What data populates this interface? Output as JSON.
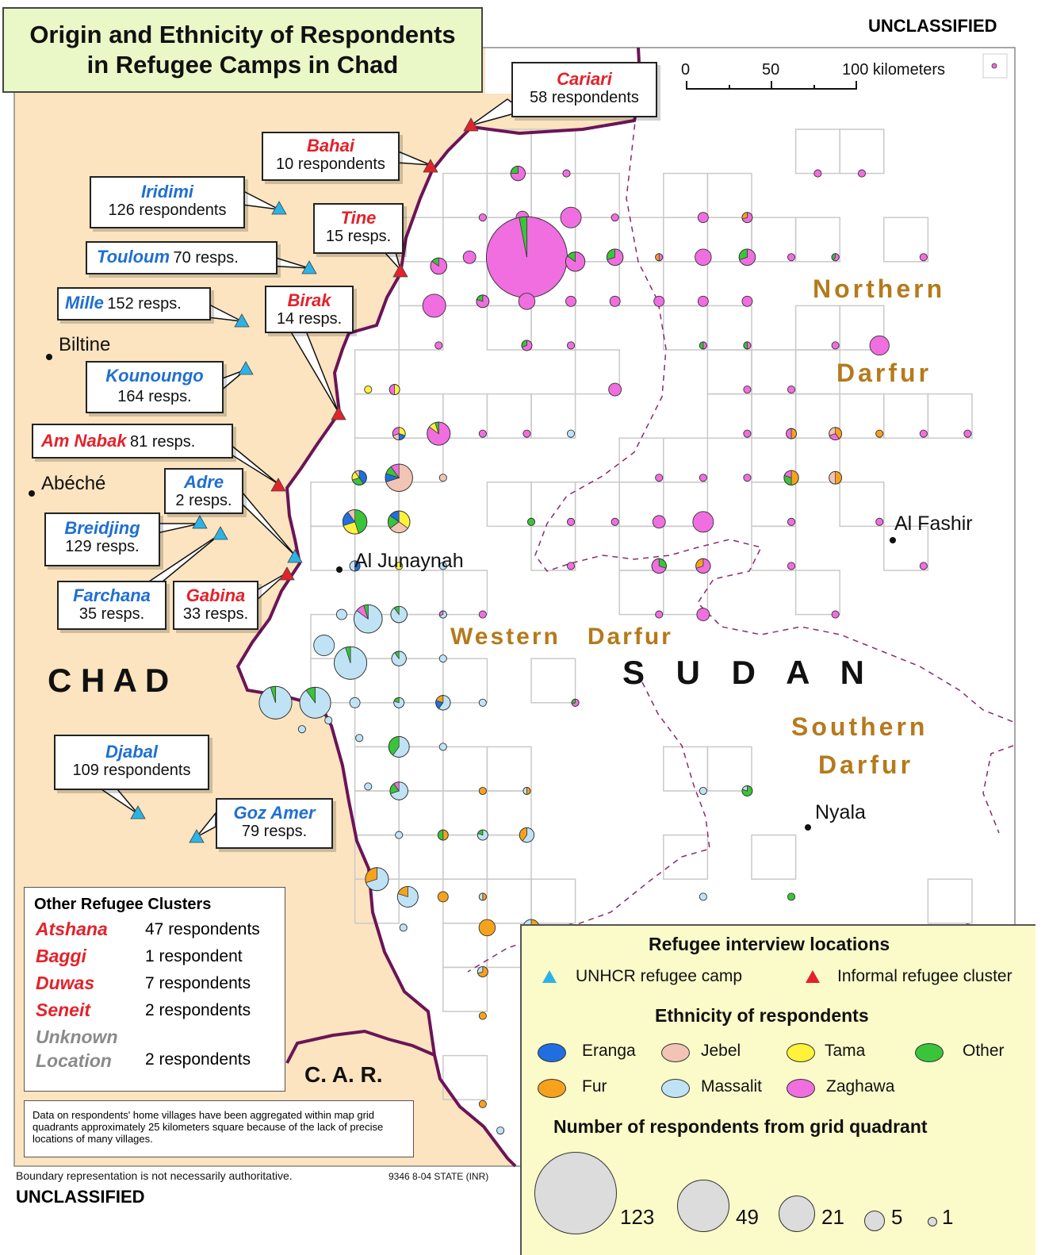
{
  "title": [
    "Origin and Ethnicity of Respondents",
    "in Refugee Camps in Chad"
  ],
  "classification": "UNCLASSIFIED",
  "scale_bar": {
    "ticks": [
      "0",
      "50",
      "100 kilometers"
    ]
  },
  "countries": {
    "chad": "C H A D",
    "sudan": "S U D A N",
    "car": "C.  A.  R."
  },
  "regions": {
    "northern": "Northern",
    "northern_darfur": "Darfur",
    "western_darfur": "Western   Darfur",
    "southern": "Southern",
    "southern_darfur": "Darfur"
  },
  "cities": {
    "biltine": "Biltine",
    "abeche": "Abéché",
    "al_junaynah": "Al Junaynah",
    "al_fashir": "Al Fashir",
    "nyala": "Nyala"
  },
  "camps": [
    {
      "name": "Cariari",
      "count": "58 respondents",
      "type": "informal"
    },
    {
      "name": "Bahai",
      "count": "10 respondents",
      "type": "informal"
    },
    {
      "name": "Iridimi",
      "count": "126 respondents",
      "type": "unhcr"
    },
    {
      "name": "Tine",
      "count": "15 resps.",
      "type": "informal"
    },
    {
      "name": "Touloum",
      "count": "70 resps.",
      "type": "unhcr"
    },
    {
      "name": "Mille",
      "count": "152 resps.",
      "type": "unhcr"
    },
    {
      "name": "Birak",
      "count": "14 resps.",
      "type": "informal"
    },
    {
      "name": "Kounoungo",
      "count": "164 resps.",
      "type": "unhcr"
    },
    {
      "name": "Am Nabak",
      "count": "81 resps.",
      "type": "informal"
    },
    {
      "name": "Adre",
      "count": "2 resps.",
      "type": "unhcr"
    },
    {
      "name": "Breidjing",
      "count": "129 resps.",
      "type": "unhcr"
    },
    {
      "name": "Farchana",
      "count": "35 resps.",
      "type": "unhcr"
    },
    {
      "name": "Gabina",
      "count": "33 resps.",
      "type": "informal"
    },
    {
      "name": "Djabal",
      "count": "109 respondents",
      "type": "unhcr"
    },
    {
      "name": "Goz Amer",
      "count": "79 resps.",
      "type": "unhcr"
    }
  ],
  "other_clusters": {
    "heading": "Other Refugee Clusters",
    "rows": [
      {
        "name": "Atshana",
        "count": "47 respondents"
      },
      {
        "name": "Baggi",
        "count": "1 respondent"
      },
      {
        "name": "Duwas",
        "count": "7 respondents"
      },
      {
        "name": "Seneit",
        "count": "2 respondents"
      },
      {
        "name": "Unknown",
        "name2": "Location",
        "count": "2 respondents"
      }
    ]
  },
  "aggregation_note": "Data on respondents' home villages have been aggregated within map grid quadrants approximately 25 kilometers square because of the lack of precise locations of many villages.",
  "boundary_note": "Boundary representation is not necessarily authoritative.",
  "stamp": "9346 8-04 STATE (INR)",
  "legend": {
    "locations_heading": "Refugee interview locations",
    "unhcr": "UNHCR refugee camp",
    "informal": "Informal refugee cluster",
    "ethnicity_heading": "Ethnicity of respondents",
    "ethnicities": [
      {
        "name": "Eranga",
        "color": "#1f6fe0"
      },
      {
        "name": "Jebel",
        "color": "#f2c4b4"
      },
      {
        "name": "Tama",
        "color": "#fff23a"
      },
      {
        "name": "Other",
        "color": "#3ac43a"
      },
      {
        "name": "Fur",
        "color": "#f7a21c"
      },
      {
        "name": "Massalit",
        "color": "#bfe3f5"
      },
      {
        "name": "Zaghawa",
        "color": "#f06ee0"
      }
    ],
    "size_heading": "Number of respondents from grid quadrant",
    "sizes": [
      "123",
      "49",
      "21",
      "5",
      "1"
    ]
  },
  "colors": {
    "land_chad": "#fbe4bf",
    "border": "#6b1457",
    "region_text": "#b57a1c",
    "legend_bg": "#fbfac9"
  }
}
